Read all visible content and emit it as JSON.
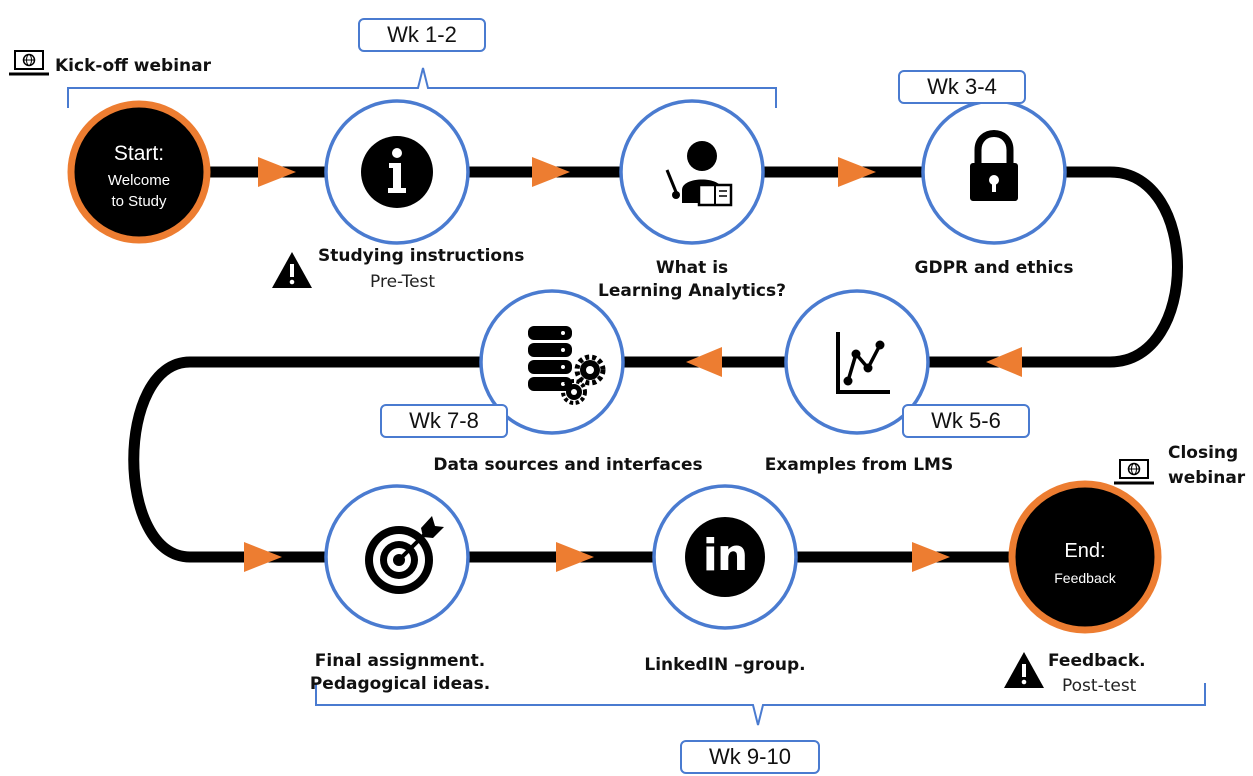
{
  "weeks": {
    "wk12": "Wk 1-2",
    "wk34": "Wk 3-4",
    "wk56": "Wk 5-6",
    "wk78": "Wk 7-8",
    "wk910": "Wk 9-10"
  },
  "webinars": {
    "kickoff": "Kick-off webinar",
    "closing_line1": "Closing",
    "closing_line2": "webinar"
  },
  "start": {
    "title": "Start:",
    "line1": "Welcome",
    "line2": "to Study"
  },
  "end": {
    "title": "End:",
    "line1": "Feedback"
  },
  "steps": {
    "instructions": {
      "label": "Studying instructions",
      "sub": "Pre-Test"
    },
    "la": {
      "line1": "What is",
      "line2": "Learning Analytics?"
    },
    "gdpr": {
      "label": "GDPR and ethics"
    },
    "examples": {
      "label": "Examples from LMS"
    },
    "datasources": {
      "label": "Data sources and interfaces"
    },
    "final": {
      "line1": "Final assignment.",
      "line2": "Pedagogical ideas."
    },
    "linkedin": {
      "label": "LinkedIN –group.",
      "logo": "in"
    },
    "feedback": {
      "label": "Feedback.",
      "sub": "Post-test"
    }
  },
  "icons": [
    "laptop-globe-icon",
    "info-icon",
    "teacher-icon",
    "lock-icon",
    "line-chart-icon",
    "database-gears-icon",
    "target-icon",
    "linkedin-icon",
    "warning-icon"
  ],
  "colors": {
    "path": "#000000",
    "arrow": "#ed7d31",
    "circle_border": "#4a7bd0",
    "start_end_border": "#ed7d31",
    "bracket": "#4a7bd0"
  }
}
